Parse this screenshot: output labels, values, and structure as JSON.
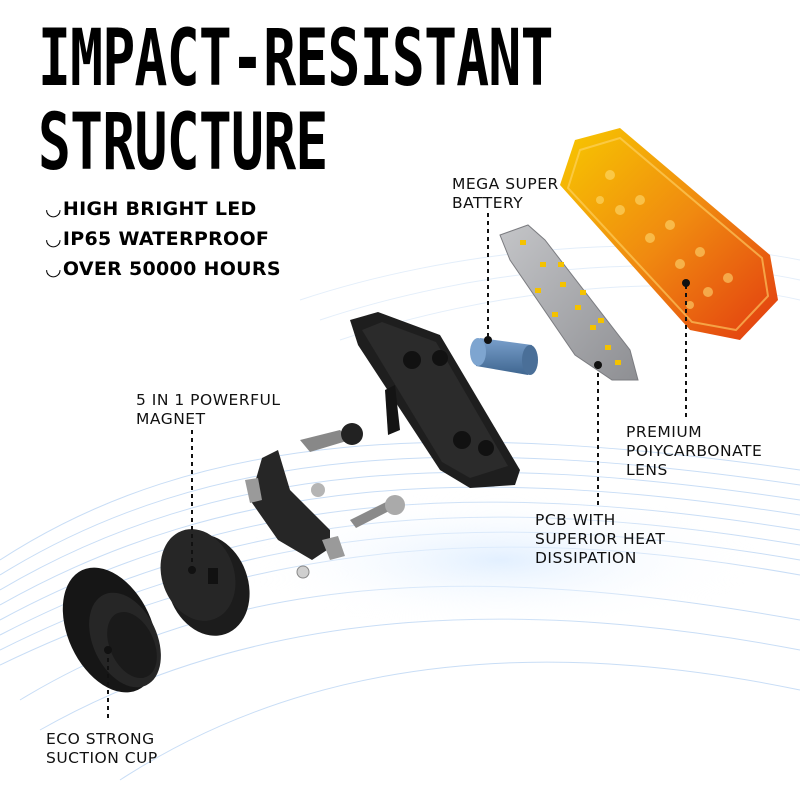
{
  "title": {
    "line1": "IMPACT-RESISTANT",
    "line2": "STRUCTURE"
  },
  "features": [
    {
      "bullet": "◡",
      "text": "HIGH BRIGHT LED"
    },
    {
      "bullet": "◡",
      "text": "IP65 WATERPROOF"
    },
    {
      "bullet": "◡",
      "text": "OVER 50000 HOURS"
    }
  ],
  "callouts": {
    "battery": [
      "MEGA SUPER",
      "BATTERY"
    ],
    "magnet": [
      "5 IN 1 POWERFUL",
      "MAGNET"
    ],
    "lens": [
      "PREMIUM",
      "POIYCARBONATE",
      "LENS"
    ],
    "pcb": [
      "PCB WITH",
      "SUPERIOR HEAT",
      "DISSIPATION"
    ],
    "suction": [
      "ECO STRONG",
      "SUCTION CUP"
    ]
  },
  "colors": {
    "lens_start": "#f5c400",
    "lens_end": "#e8400c",
    "battery": "#5f86b4",
    "housing": "#1d1d1d",
    "pcb": "#a9aaae",
    "swirl": "#8fb7e8"
  }
}
